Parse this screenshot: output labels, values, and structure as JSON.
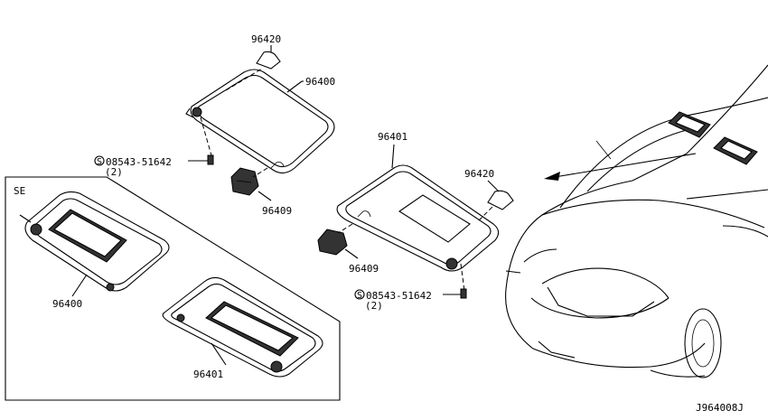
{
  "diagram_id": "J964008J",
  "inset_label": "SE",
  "parts": {
    "visor_left_top_number": "96400",
    "visor_right_number": "96401",
    "cover_top_number": "96420",
    "cover_right_number": "96420",
    "holder_top_number": "96409",
    "holder_right_number": "96409",
    "screw_top_number": "08543-51642",
    "screw_top_qty": "(2)",
    "screw_right_number": "08543-51642",
    "screw_right_qty": "(2)",
    "inset_visor_left_number": "96400",
    "inset_visor_right_number": "96401"
  },
  "screw_symbol": "S"
}
